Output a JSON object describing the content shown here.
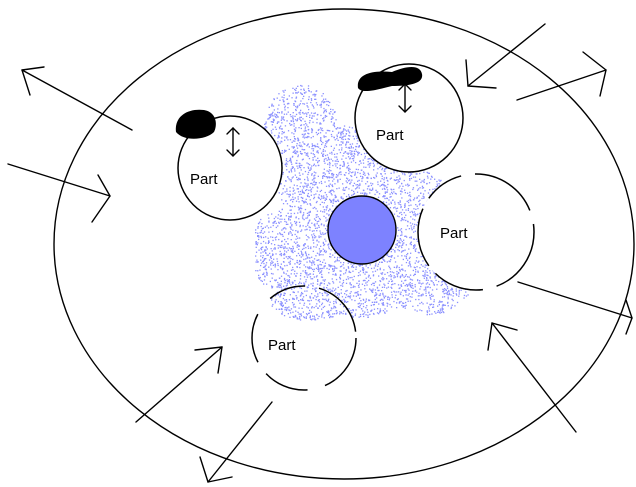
{
  "diagram": {
    "part_labels": [
      "Part",
      "Part",
      "Part",
      "Part"
    ],
    "colors": {
      "line": "#000000",
      "cloud": "#8a90ff",
      "center": "#7d82ff",
      "cap": "#000000",
      "background": "#ffffff"
    },
    "icons": [
      "double-arrow-icon",
      "arrow-icon"
    ]
  }
}
